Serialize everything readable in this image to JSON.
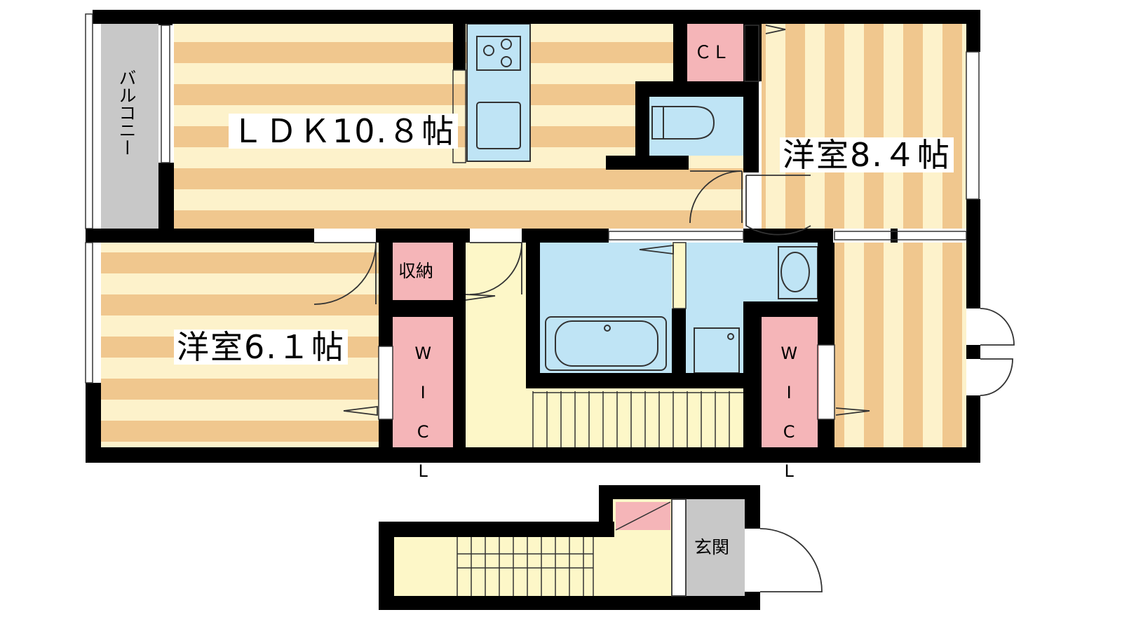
{
  "floor_plan": {
    "upper_floor": {
      "rooms": [
        {
          "id": "ldk",
          "label": "ＬＤＫ10.８帖"
        },
        {
          "id": "western_8",
          "label": "洋室8.４帖"
        },
        {
          "id": "western_6",
          "label": "洋室6.１帖"
        },
        {
          "id": "balcony",
          "label": "バルコニー"
        },
        {
          "id": "closet_cl",
          "label": "ＣＬ"
        },
        {
          "id": "storage",
          "label": "収納"
        },
        {
          "id": "wic_left",
          "label": "W I C L"
        },
        {
          "id": "wic_right",
          "label": "W I C L"
        }
      ]
    },
    "lower_floor": {
      "rooms": [
        {
          "id": "entrance",
          "label": "玄関"
        }
      ]
    },
    "colors": {
      "wall": "#000000",
      "stripe_floor": "#f0c78e",
      "stripe_base": "#fdf2cb",
      "hall": "#fdf7c8",
      "wet_area": "#bfe4f5",
      "closet": "#f5b5b8",
      "balcony": "#c8c8c8",
      "entrance": "#c8c8c8"
    }
  }
}
